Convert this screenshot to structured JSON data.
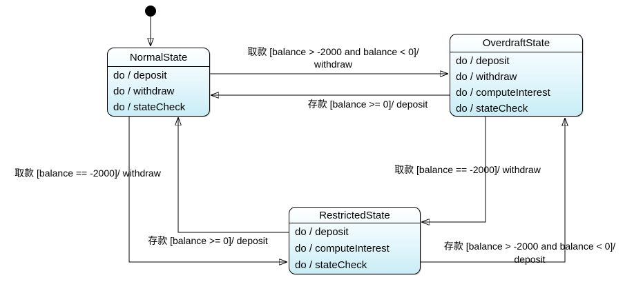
{
  "states": {
    "normal": {
      "name": "NormalState",
      "actions": [
        "do / deposit",
        "do / withdraw",
        "do / stateCheck"
      ]
    },
    "overdraft": {
      "name": "OverdraftState",
      "actions": [
        "do / deposit",
        "do / withdraw",
        "do / computeInterest",
        "do / stateCheck"
      ]
    },
    "restricted": {
      "name": "RestrictedState",
      "actions": [
        "do / deposit",
        "do / computeInterest",
        "do / stateCheck"
      ]
    }
  },
  "transitions": {
    "normal_to_overdraft": {
      "line1": "取款 [balance > -2000 and balance < 0]/",
      "line2": "withdraw"
    },
    "overdraft_to_normal": {
      "label": "存款 [balance >= 0]/ deposit"
    },
    "normal_to_restricted": {
      "label": "取款 [balance == -2000]/ withdraw"
    },
    "restricted_to_normal": {
      "label": "存款 [balance >= 0]/ deposit"
    },
    "overdraft_to_restricted": {
      "label": "取款 [balance == -2000]/ withdraw"
    },
    "restricted_to_overdraft": {
      "line1": "存款 [balance > -2000 and balance < 0]/",
      "line2": "deposit"
    }
  },
  "colors": {
    "state_fill_top": "#feffff",
    "state_fill_bottom": "#c9edf6",
    "stroke": "#000000",
    "background": "#ffffff"
  }
}
